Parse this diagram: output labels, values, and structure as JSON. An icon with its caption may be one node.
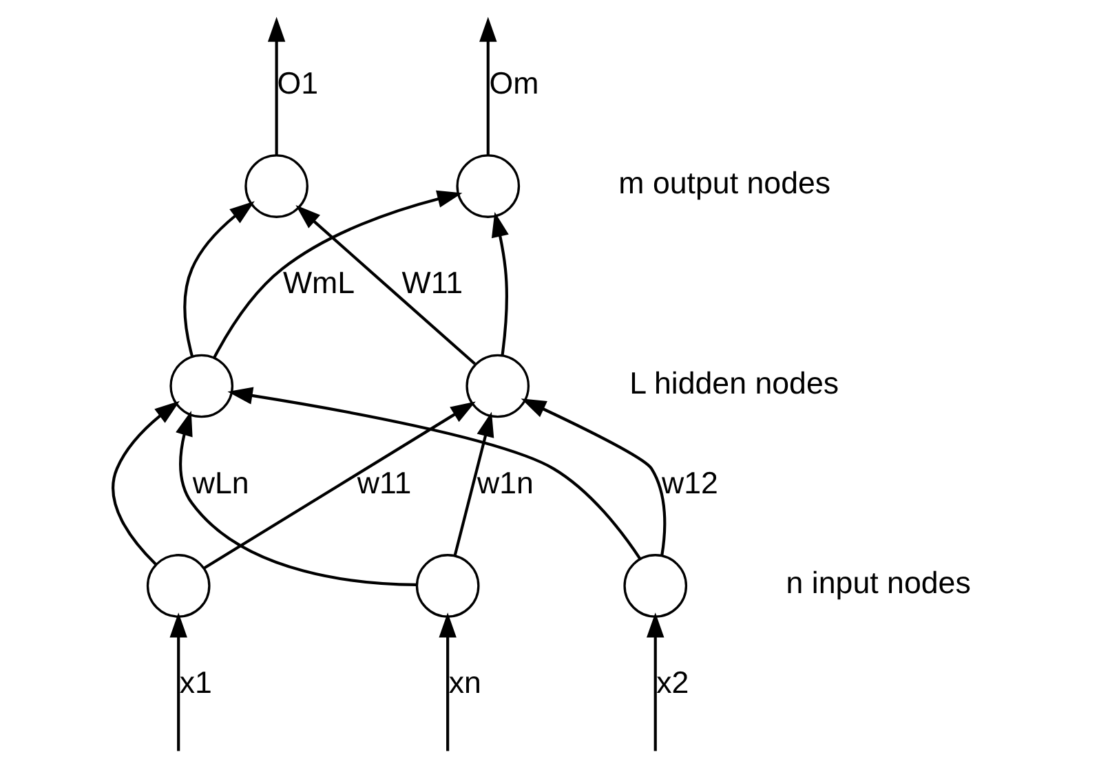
{
  "diagram": {
    "nodes": [
      {
        "text": [],
        "shape": "circle"
      },
      {
        "text": [],
        "shape": "circle"
      },
      {
        "text": [],
        "shape": "circle"
      },
      {
        "text": [],
        "shape": "circle"
      },
      {
        "text": [],
        "shape": "circle"
      },
      {
        "text": [],
        "shape": "circle"
      },
      {
        "text": [],
        "shape": "circle"
      }
    ],
    "edges": [
      {
        "from": 0,
        "to": null,
        "arrow": "to",
        "label": "O1"
      },
      {
        "from": 1,
        "to": null,
        "arrow": "to",
        "label": "Om"
      },
      {
        "from": 2,
        "to": 0,
        "arrow": "to",
        "label": "W11"
      },
      {
        "from": 2,
        "to": 1,
        "arrow": "to"
      },
      {
        "from": 3,
        "to": 0,
        "arrow": "to"
      },
      {
        "from": 3,
        "to": 1,
        "arrow": "to",
        "label": "WmL"
      },
      {
        "from": 4,
        "to": 2,
        "arrow": "to",
        "label": "w11"
      },
      {
        "from": 4,
        "to": 3,
        "arrow": "to"
      },
      {
        "from": 5,
        "to": 2,
        "arrow": "to",
        "label": "w12"
      },
      {
        "from": 5,
        "to": 3,
        "arrow": "to"
      },
      {
        "from": 6,
        "to": 2,
        "arrow": "to",
        "label": "w1n"
      },
      {
        "from": 6,
        "to": 3,
        "arrow": "to",
        "label": "wLn"
      },
      {
        "from": null,
        "to": 4,
        "arrow": "to",
        "label": "x1"
      },
      {
        "from": null,
        "to": 5,
        "arrow": "to",
        "label": "x2"
      },
      {
        "from": null,
        "to": 6,
        "arrow": "to",
        "label": "xn"
      }
    ],
    "labels": [
      "m output nodes",
      "L hidden nodes",
      "n input nodes"
    ]
  }
}
